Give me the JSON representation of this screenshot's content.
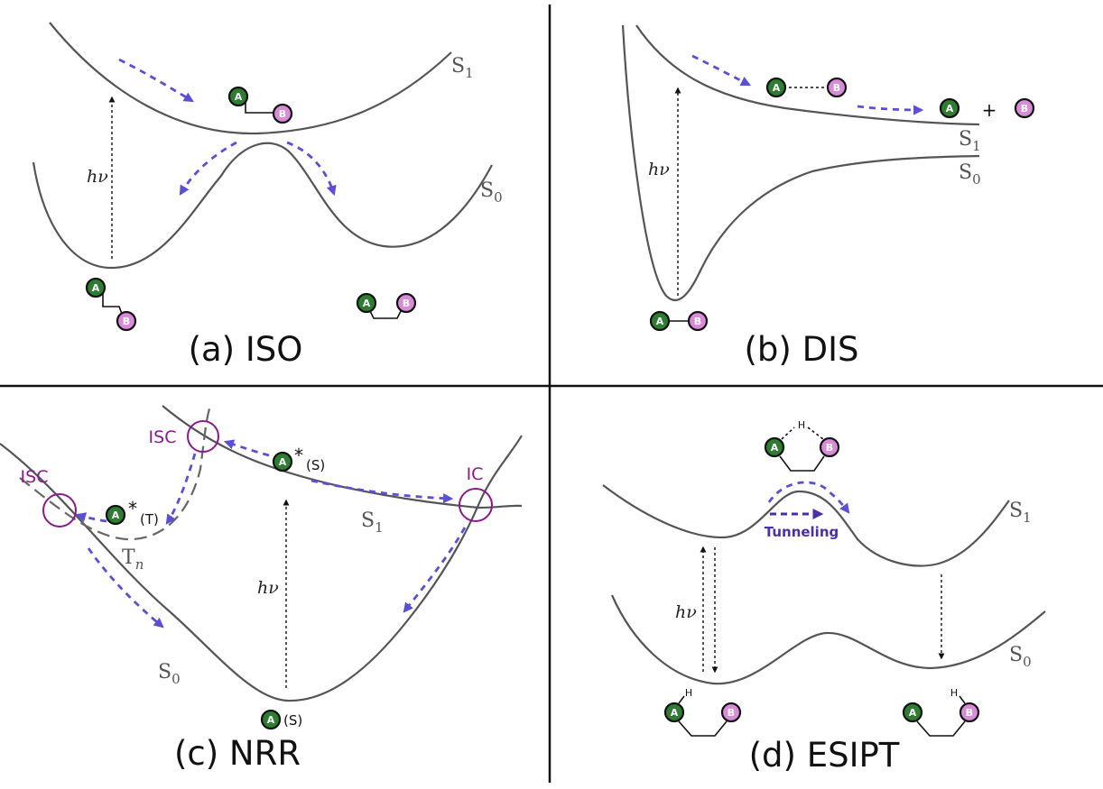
{
  "colors": {
    "curve": "#555555",
    "arrow_blue": "#5b4fd6",
    "atom_a": "#2e7d32",
    "atom_b": "#d98ad8",
    "crossing_marker": "#8a1a8a",
    "tunneling_arrow": "#4a2fa8"
  },
  "atoms": {
    "a_label": "A",
    "b_label": "B",
    "h_label": "H"
  },
  "common": {
    "s1_letter": "S",
    "s1_sub": "1",
    "s0_letter": "S",
    "s0_sub": "0",
    "hnu": "hν"
  },
  "panels": {
    "iso": {
      "caption": "(a) ISO"
    },
    "dis": {
      "caption": "(b) DIS",
      "plus": "+"
    },
    "nrr": {
      "caption": "(c) NRR",
      "tn_letter": "T",
      "tn_sub": "n",
      "isc_label": "ISC",
      "ic_label": "IC",
      "excited_marker": "*",
      "singlet_tag": "(S)",
      "triplet_tag": "(T)"
    },
    "esipt": {
      "caption": "(d) ESIPT",
      "tunneling_label": "Tunneling"
    }
  }
}
